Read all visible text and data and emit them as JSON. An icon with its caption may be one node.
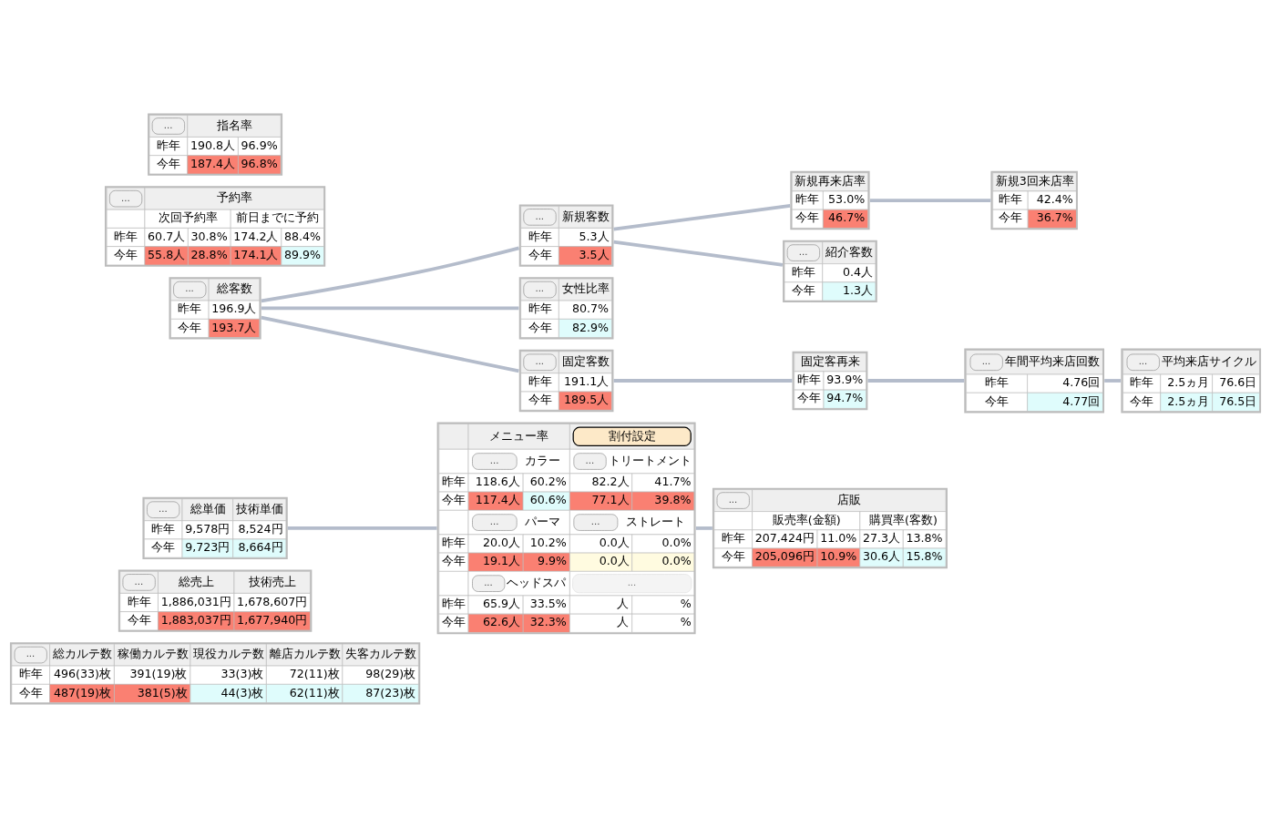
{
  "diagram": {
    "nodes": [
      {
        "text": [
          "...",
          "総カルテ数",
          "稼働カルテ数",
          "現役カルテ数",
          "離店カルテ数",
          "失客カルテ数",
          "昨年",
          "496(33)枚",
          "391(19)枚",
          "33(3)枚",
          "72(11)枚",
          "98(29)枚",
          "今年",
          "487(19)枚",
          "381(5)枚",
          "44(3)枚",
          "62(11)枚",
          "87(23)枚"
        ]
      },
      {
        "text": [
          "...",
          "総売上",
          "技術売上",
          "昨年",
          "1,886,031円",
          "1,678,607円",
          "今年",
          "1,883,037円",
          "1,677,940円"
        ]
      },
      {
        "text": [
          "...",
          "総単価",
          "技術単価",
          "昨年",
          "9,578円",
          "8,524円",
          "今年",
          "9,723円",
          "8,664円"
        ]
      },
      {
        "text": [
          "メニュー率",
          "割付設定",
          "...",
          "カラー",
          "...",
          "トリートメント",
          "昨年",
          "118.6人",
          "60.2%",
          "82.2人",
          "41.7%",
          "今年",
          "117.4人",
          "60.6%",
          "77.1人",
          "39.8%",
          "...",
          "パーマ",
          "...",
          "ストレート",
          "昨年",
          "20.0人",
          "10.2%",
          "0.0人",
          "0.0%",
          "今年",
          "19.1人",
          "9.9%",
          "0.0人",
          "0.0%",
          "...",
          "ヘッドスパ",
          "...",
          "昨年",
          "65.9人",
          "33.5%",
          "人",
          "%",
          "今年",
          "62.6人",
          "32.3%",
          "人",
          "%"
        ]
      },
      {
        "text": [
          "新規再来店率",
          "昨年",
          "53.0%",
          "今年",
          "46.7%"
        ]
      },
      {
        "text": [
          "...",
          "新規客数",
          "昨年",
          "5.3人",
          "今年",
          "3.5人"
        ]
      },
      {
        "text": [
          "新規3回来店率",
          "昨年",
          "42.4%",
          "今年",
          "36.7%"
        ]
      },
      {
        "text": [
          "...",
          "総客数",
          "昨年",
          "196.9人",
          "今年",
          "193.7人"
        ]
      },
      {
        "text": [
          "...",
          "紹介客数",
          "昨年",
          "0.4人",
          "今年",
          "1.3人"
        ]
      },
      {
        "text": [
          "...",
          "店販",
          "販売率(金額)",
          "購買率(客数)",
          "昨年",
          "207,424円",
          "11.0%",
          "27.3人",
          "13.8%",
          "今年",
          "205,096円",
          "10.9%",
          "30.6人",
          "15.8%"
        ]
      },
      {
        "text": [
          "固定客再来",
          "昨年",
          "93.9%",
          "今年",
          "94.7%"
        ]
      },
      {
        "text": [
          "...",
          "女性比率",
          "昨年",
          "80.7%",
          "今年",
          "82.9%"
        ]
      },
      {
        "text": [
          "...",
          "固定客数",
          "昨年",
          "191.1人",
          "今年",
          "189.5人"
        ]
      },
      {
        "text": [
          "...",
          "年間平均来店回数",
          "昨年",
          "4.76回",
          "今年",
          "4.77回"
        ]
      },
      {
        "text": [
          "...",
          "予約率",
          "次回予約率",
          "前日までに予約",
          "昨年",
          "60.7人",
          "30.8%",
          "174.2人",
          "88.4%",
          "今年",
          "55.8人",
          "28.8%",
          "174.1人",
          "89.9%"
        ]
      },
      {
        "text": [
          "...",
          "平均来店サイクル",
          "昨年",
          "2.5ヵ月",
          "76.6日",
          "今年",
          "2.5ヵ月",
          "76.5日"
        ]
      },
      {
        "text": [
          "...",
          "指名率",
          "昨年",
          "190.8人",
          "96.9%",
          "今年",
          "187.4人",
          "96.8%"
        ]
      }
    ],
    "edges": [
      {
        "from": 2,
        "to": 3,
        "arrow": "none"
      },
      {
        "from": 3,
        "to": 9,
        "arrow": "none"
      },
      {
        "from": 7,
        "to": 5,
        "arrow": "none"
      },
      {
        "from": 7,
        "to": 12,
        "arrow": "none"
      },
      {
        "from": 7,
        "to": 11,
        "arrow": "none"
      },
      {
        "from": 5,
        "to": 4,
        "arrow": "none"
      },
      {
        "from": 4,
        "to": 6,
        "arrow": "none"
      },
      {
        "from": 5,
        "to": 8,
        "arrow": "none"
      },
      {
        "from": 12,
        "to": 10,
        "arrow": "none"
      },
      {
        "from": 10,
        "to": 13,
        "arrow": "none"
      },
      {
        "from": 13,
        "to": 15,
        "arrow": "none"
      }
    ]
  }
}
